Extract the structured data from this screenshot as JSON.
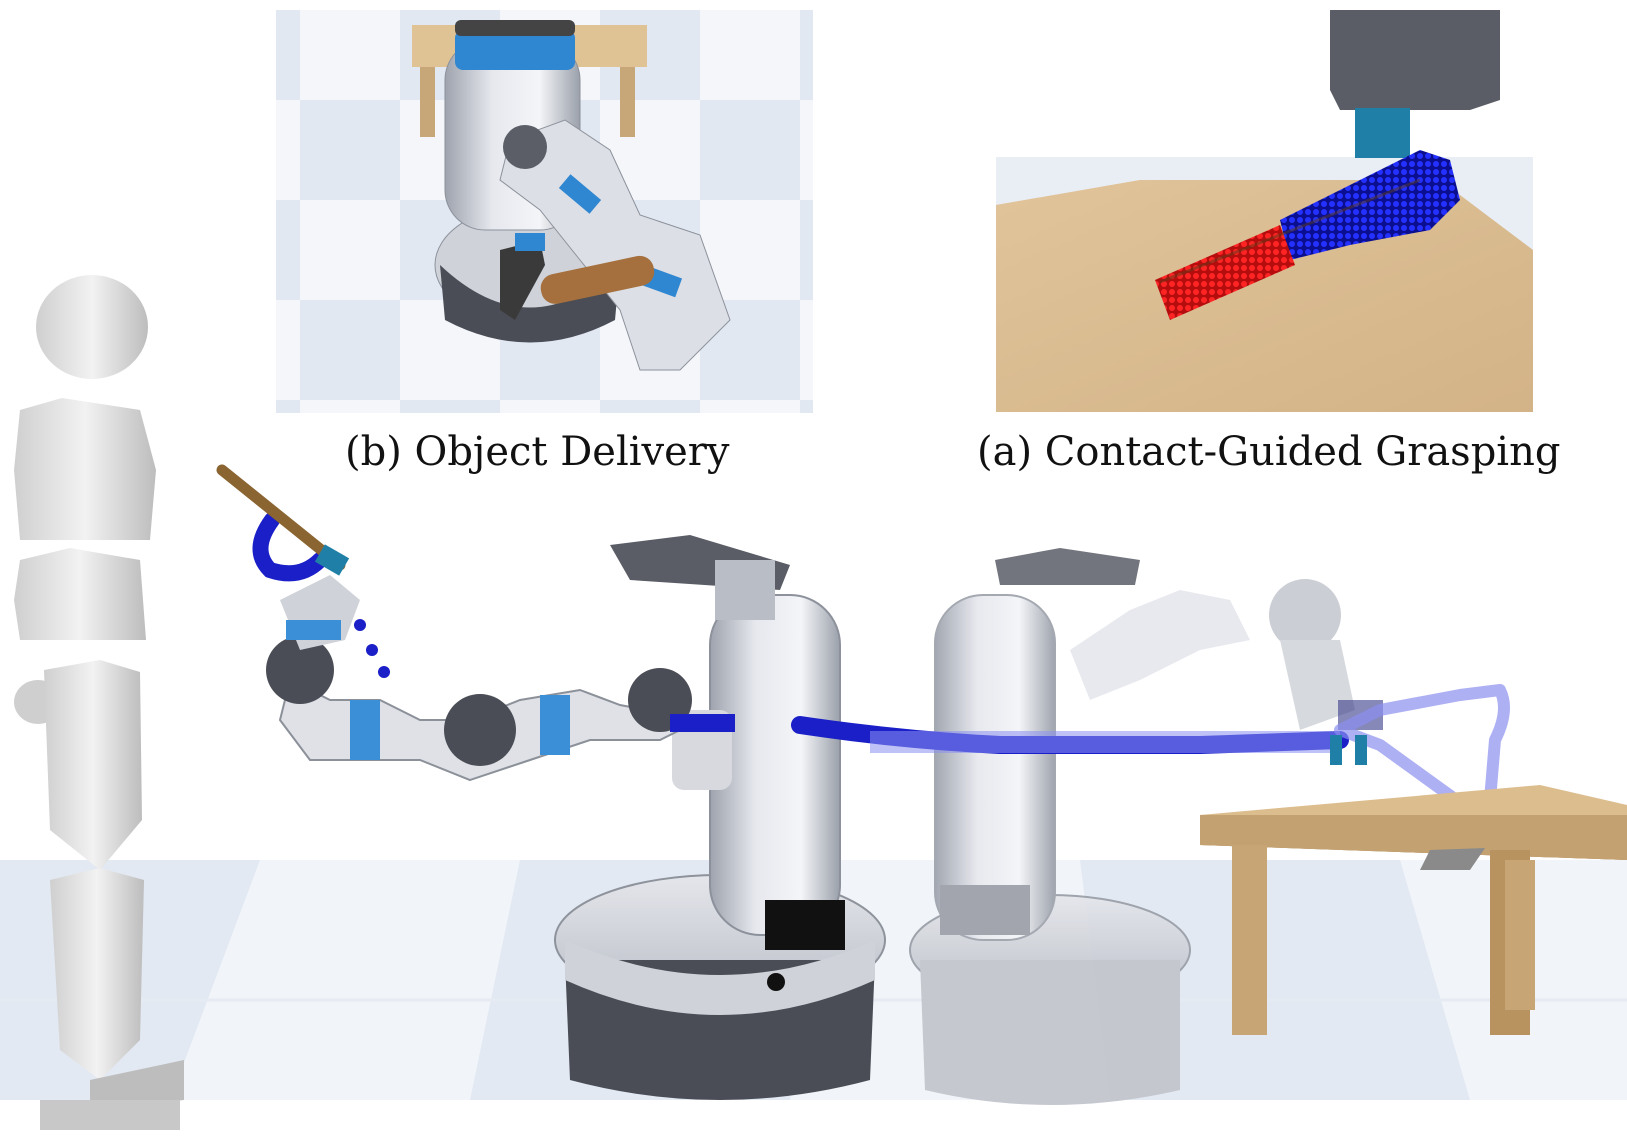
{
  "captions": {
    "object_delivery": "(b) Object Delivery",
    "contact_guided_grasping": "(a) Contact-Guided Grasping"
  },
  "colors": {
    "floor_tile_light": "#f3f5f9",
    "floor_tile_blue": "#dfe6f0",
    "robot_body": "#d8dbe2",
    "robot_dark": "#3d4048",
    "robot_accent_blue": "#3a8fd6",
    "trajectory_blue": "#1a1fc7",
    "trajectory_faded": "#8b8ff0",
    "contact_red": "#e01818",
    "table_wood": "#d9b98a",
    "gripper_teal": "#1f7fa6",
    "hammer_handle": "#a5703d"
  },
  "icons": {
    "robot": "mobile-manipulator-robot",
    "hammer": "hammer-object",
    "table": "wooden-table",
    "human_proxy": "human-silhouette"
  }
}
